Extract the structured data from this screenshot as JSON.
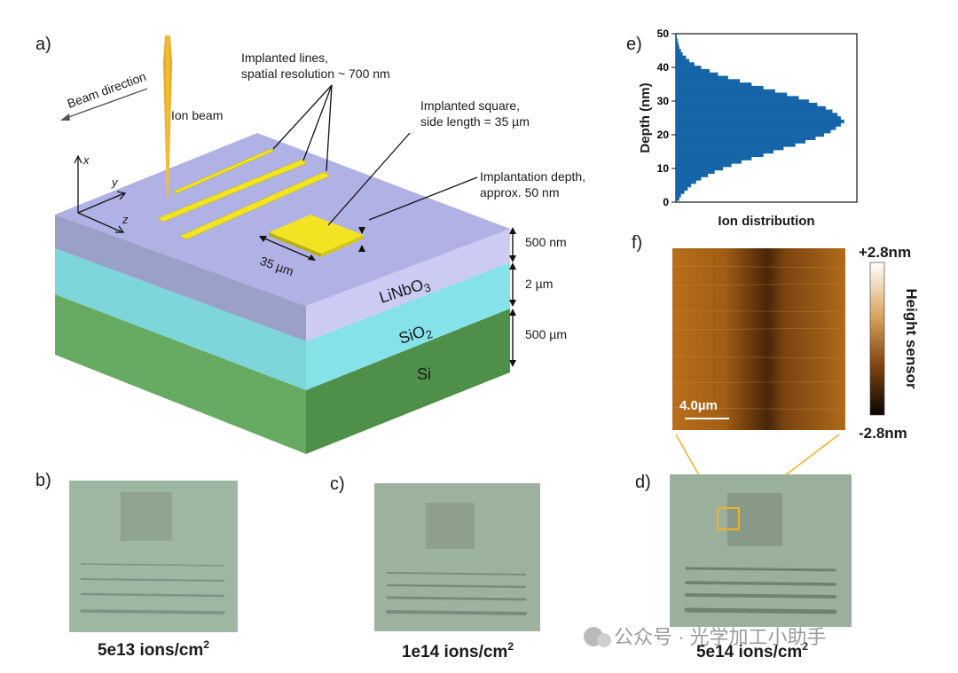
{
  "panel_a": {
    "label": "a)",
    "beam_direction": "Beam direction",
    "ion_beam": "Ion beam",
    "implanted_lines_1": "Implanted lines,",
    "implanted_lines_2": "spatial resolution ~ 700 nm",
    "implanted_square_1": "Implanted square,",
    "implanted_square_2": "side length = 35 µm",
    "implantation_depth_1": "Implantation depth,",
    "implantation_depth_2": "approx. 50 nm",
    "axis_x": "x",
    "axis_y": "y",
    "axis_z": "z",
    "square_size": "35 µm",
    "thickness_top": "500 nm",
    "thickness_mid": "2 µm",
    "thickness_bottom": "500 µm",
    "layer_linbo3": "LiNbO",
    "layer_linbo3_sub": "3",
    "layer_sio2": "SiO",
    "layer_sio2_sub": "2",
    "layer_si": "Si",
    "colors": {
      "linbo3": "#b9b8ec",
      "sio2": "#6fdce6",
      "si": "#5fa55a",
      "implant": "#f2e422"
    }
  },
  "panel_b": {
    "label": "b)",
    "caption_main": "5e13 ions/cm",
    "caption_sup": "2"
  },
  "panel_c": {
    "label": "c)",
    "caption_main": "1e14 ions/cm",
    "caption_sup": "2"
  },
  "panel_d": {
    "label": "d)",
    "caption_main": "5e14 ions/cm",
    "caption_sup": "2"
  },
  "panel_f": {
    "label": "f)",
    "scale_bar": "4.0µm",
    "colorbar_max": "+2.8nm",
    "colorbar_min": "-2.8nm",
    "colorbar_label": "Height sensor"
  },
  "watermark": "公众号 · 光学加工小助手",
  "chart_data": {
    "type": "bar",
    "orientation": "horizontal",
    "panel_label": "e)",
    "xlabel": "Ion distribution",
    "ylabel": "Depth (nm)",
    "ylim": [
      0,
      50
    ],
    "yticks": [
      "0",
      "10",
      "20",
      "30",
      "40",
      "50"
    ],
    "color": "#1565a8",
    "depth": [
      1,
      2,
      3,
      4,
      5,
      6,
      7,
      8,
      9,
      10,
      11,
      12,
      13,
      14,
      15,
      16,
      17,
      18,
      19,
      20,
      21,
      22,
      23,
      24,
      25,
      26,
      27,
      28,
      29,
      30,
      31,
      32,
      33,
      34,
      35,
      36,
      37,
      38,
      39,
      40,
      41,
      42,
      43,
      44,
      45,
      46,
      47,
      48,
      49
    ],
    "values": [
      0.02,
      0.03,
      0.05,
      0.07,
      0.09,
      0.12,
      0.15,
      0.19,
      0.23,
      0.28,
      0.33,
      0.39,
      0.45,
      0.52,
      0.58,
      0.64,
      0.71,
      0.77,
      0.83,
      0.88,
      0.92,
      0.95,
      0.98,
      1.0,
      0.98,
      0.96,
      0.93,
      0.89,
      0.84,
      0.79,
      0.73,
      0.66,
      0.59,
      0.52,
      0.45,
      0.38,
      0.31,
      0.25,
      0.2,
      0.15,
      0.11,
      0.08,
      0.06,
      0.04,
      0.03,
      0.02,
      0.015,
      0.01,
      0.005
    ]
  }
}
